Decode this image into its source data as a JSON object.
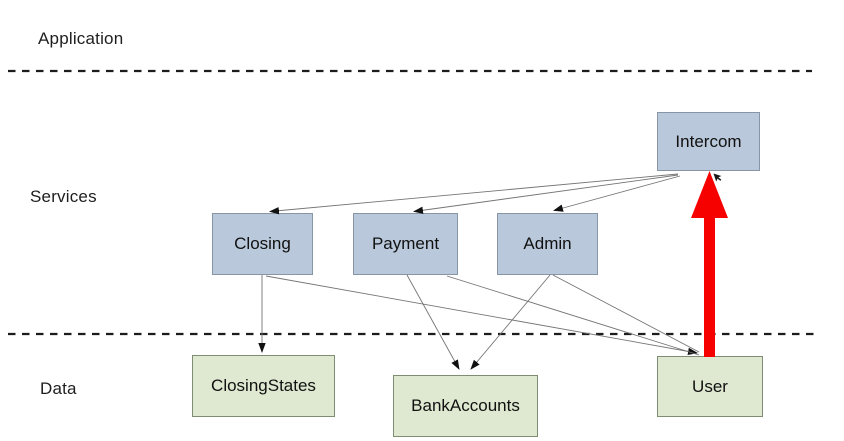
{
  "diagram": {
    "layers": [
      {
        "label": "Application"
      },
      {
        "label": "Services"
      },
      {
        "label": "Data"
      }
    ],
    "nodes": {
      "intercom": {
        "label": "Intercom",
        "layer": "Services",
        "type": "service"
      },
      "closing": {
        "label": "Closing",
        "layer": "Services",
        "type": "service"
      },
      "payment": {
        "label": "Payment",
        "layer": "Services",
        "type": "service"
      },
      "admin": {
        "label": "Admin",
        "layer": "Services",
        "type": "service"
      },
      "closing_states": {
        "label": "ClosingStates",
        "layer": "Data",
        "type": "data"
      },
      "bank_accounts": {
        "label": "BankAccounts",
        "layer": "Data",
        "type": "data"
      },
      "user": {
        "label": "User",
        "layer": "Data",
        "type": "data"
      }
    },
    "edges": [
      {
        "from": "intercom",
        "to": "closing",
        "style": "thin-arrow"
      },
      {
        "from": "intercom",
        "to": "payment",
        "style": "thin-arrow"
      },
      {
        "from": "intercom",
        "to": "admin",
        "style": "thin-arrow"
      },
      {
        "from": "closing",
        "to": "closing_states",
        "style": "thin-arrow"
      },
      {
        "from": "closing",
        "to": "user",
        "style": "thin-arrow"
      },
      {
        "from": "payment",
        "to": "bank_accounts",
        "style": "thin-arrow"
      },
      {
        "from": "payment",
        "to": "user",
        "style": "thin-line"
      },
      {
        "from": "admin",
        "to": "bank_accounts",
        "style": "thin-arrow"
      },
      {
        "from": "admin",
        "to": "user",
        "style": "thin-line"
      },
      {
        "from": "user",
        "to": "intercom",
        "style": "thick-red-arrow"
      }
    ],
    "colors": {
      "service_fill": "#b9c8da",
      "service_border": "#8796a7",
      "data_fill": "#dfe8d0",
      "data_border": "#7f8e72",
      "connector": "#757575",
      "arrowhead": "#111111",
      "highlight_arrow": "#f60000",
      "divider": "#1c1c1c",
      "background": "#ffffff",
      "text": "#111111"
    }
  }
}
